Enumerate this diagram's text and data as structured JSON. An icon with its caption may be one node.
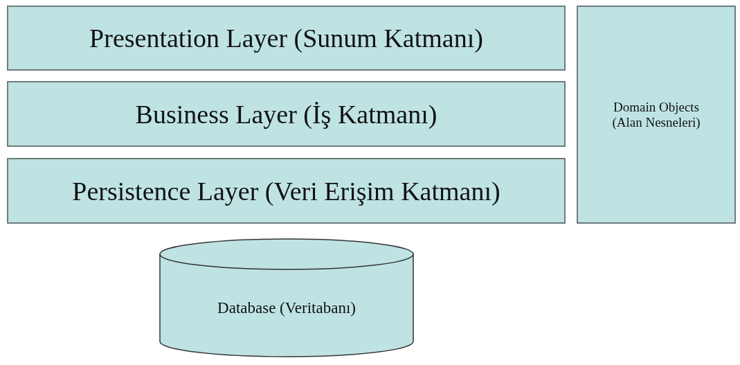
{
  "diagram": {
    "nodes": [
      {
        "text": [
          "Presentation Layer (Sunum Katmanı)"
        ]
      },
      {
        "text": [
          "Business Layer (İş Katmanı)"
        ]
      },
      {
        "text": [
          "Persistence Layer (Veri Erişim Katmanı)"
        ]
      },
      {
        "text": [
          "Domain Objects (Alan Nesneleri)"
        ]
      },
      {
        "text": [
          "Database (Veritabanı)"
        ]
      }
    ],
    "edges": []
  }
}
